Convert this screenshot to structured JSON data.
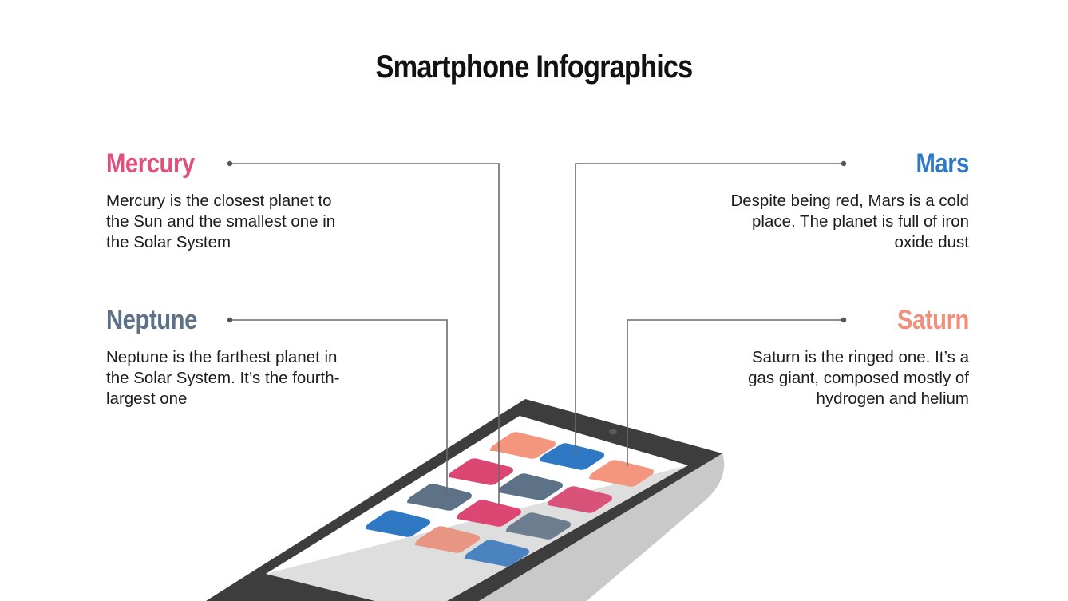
{
  "title": "Smartphone Infographics",
  "colors": {
    "mercury": "#e0507a",
    "mars": "#2f78c4",
    "neptune": "#5e7287",
    "saturn": "#f0907c",
    "phone_body": "#3d3d3d",
    "phone_side": "#c9c9c9",
    "screen": "#ffffff",
    "reflection": "#dedede",
    "connector": "#555555"
  },
  "items": [
    {
      "id": "mercury",
      "title": "Mercury",
      "text": "Mercury is the closest planet to the Sun and the smallest one in the Solar System",
      "side": "left"
    },
    {
      "id": "neptune",
      "title": "Neptune",
      "text": "Neptune is the farthest planet in the Solar System. It’s the fourth-largest one",
      "side": "left"
    },
    {
      "id": "mars",
      "title": "Mars",
      "text": "Despite being red, Mars is a cold place. The planet is full of iron oxide dust",
      "side": "right"
    },
    {
      "id": "saturn",
      "title": "Saturn",
      "text": "Saturn is the ringed one. It’s a gas giant, composed mostly of hydrogen and helium",
      "side": "right"
    }
  ],
  "phone": {
    "app_icons": [
      {
        "row": 0,
        "col": 0,
        "color": "#f4957d"
      },
      {
        "row": 0,
        "col": 1,
        "color": "#2f78c4"
      },
      {
        "row": 0,
        "col": 2,
        "color": "#f4957d"
      },
      {
        "row": 1,
        "col": 0,
        "color": "#dc4672"
      },
      {
        "row": 1,
        "col": 1,
        "color": "#5e7287"
      },
      {
        "row": 1,
        "col": 2,
        "color": "#d9527a"
      },
      {
        "row": 2,
        "col": 0,
        "color": "#5e7287"
      },
      {
        "row": 2,
        "col": 1,
        "color": "#dc4672"
      },
      {
        "row": 2,
        "col": 2,
        "color": "#6b7d8e"
      },
      {
        "row": 3,
        "col": 0,
        "color": "#2f78c4"
      },
      {
        "row": 3,
        "col": 1,
        "color": "#e89583"
      },
      {
        "row": 3,
        "col": 2,
        "color": "#4b82c0"
      }
    ]
  }
}
